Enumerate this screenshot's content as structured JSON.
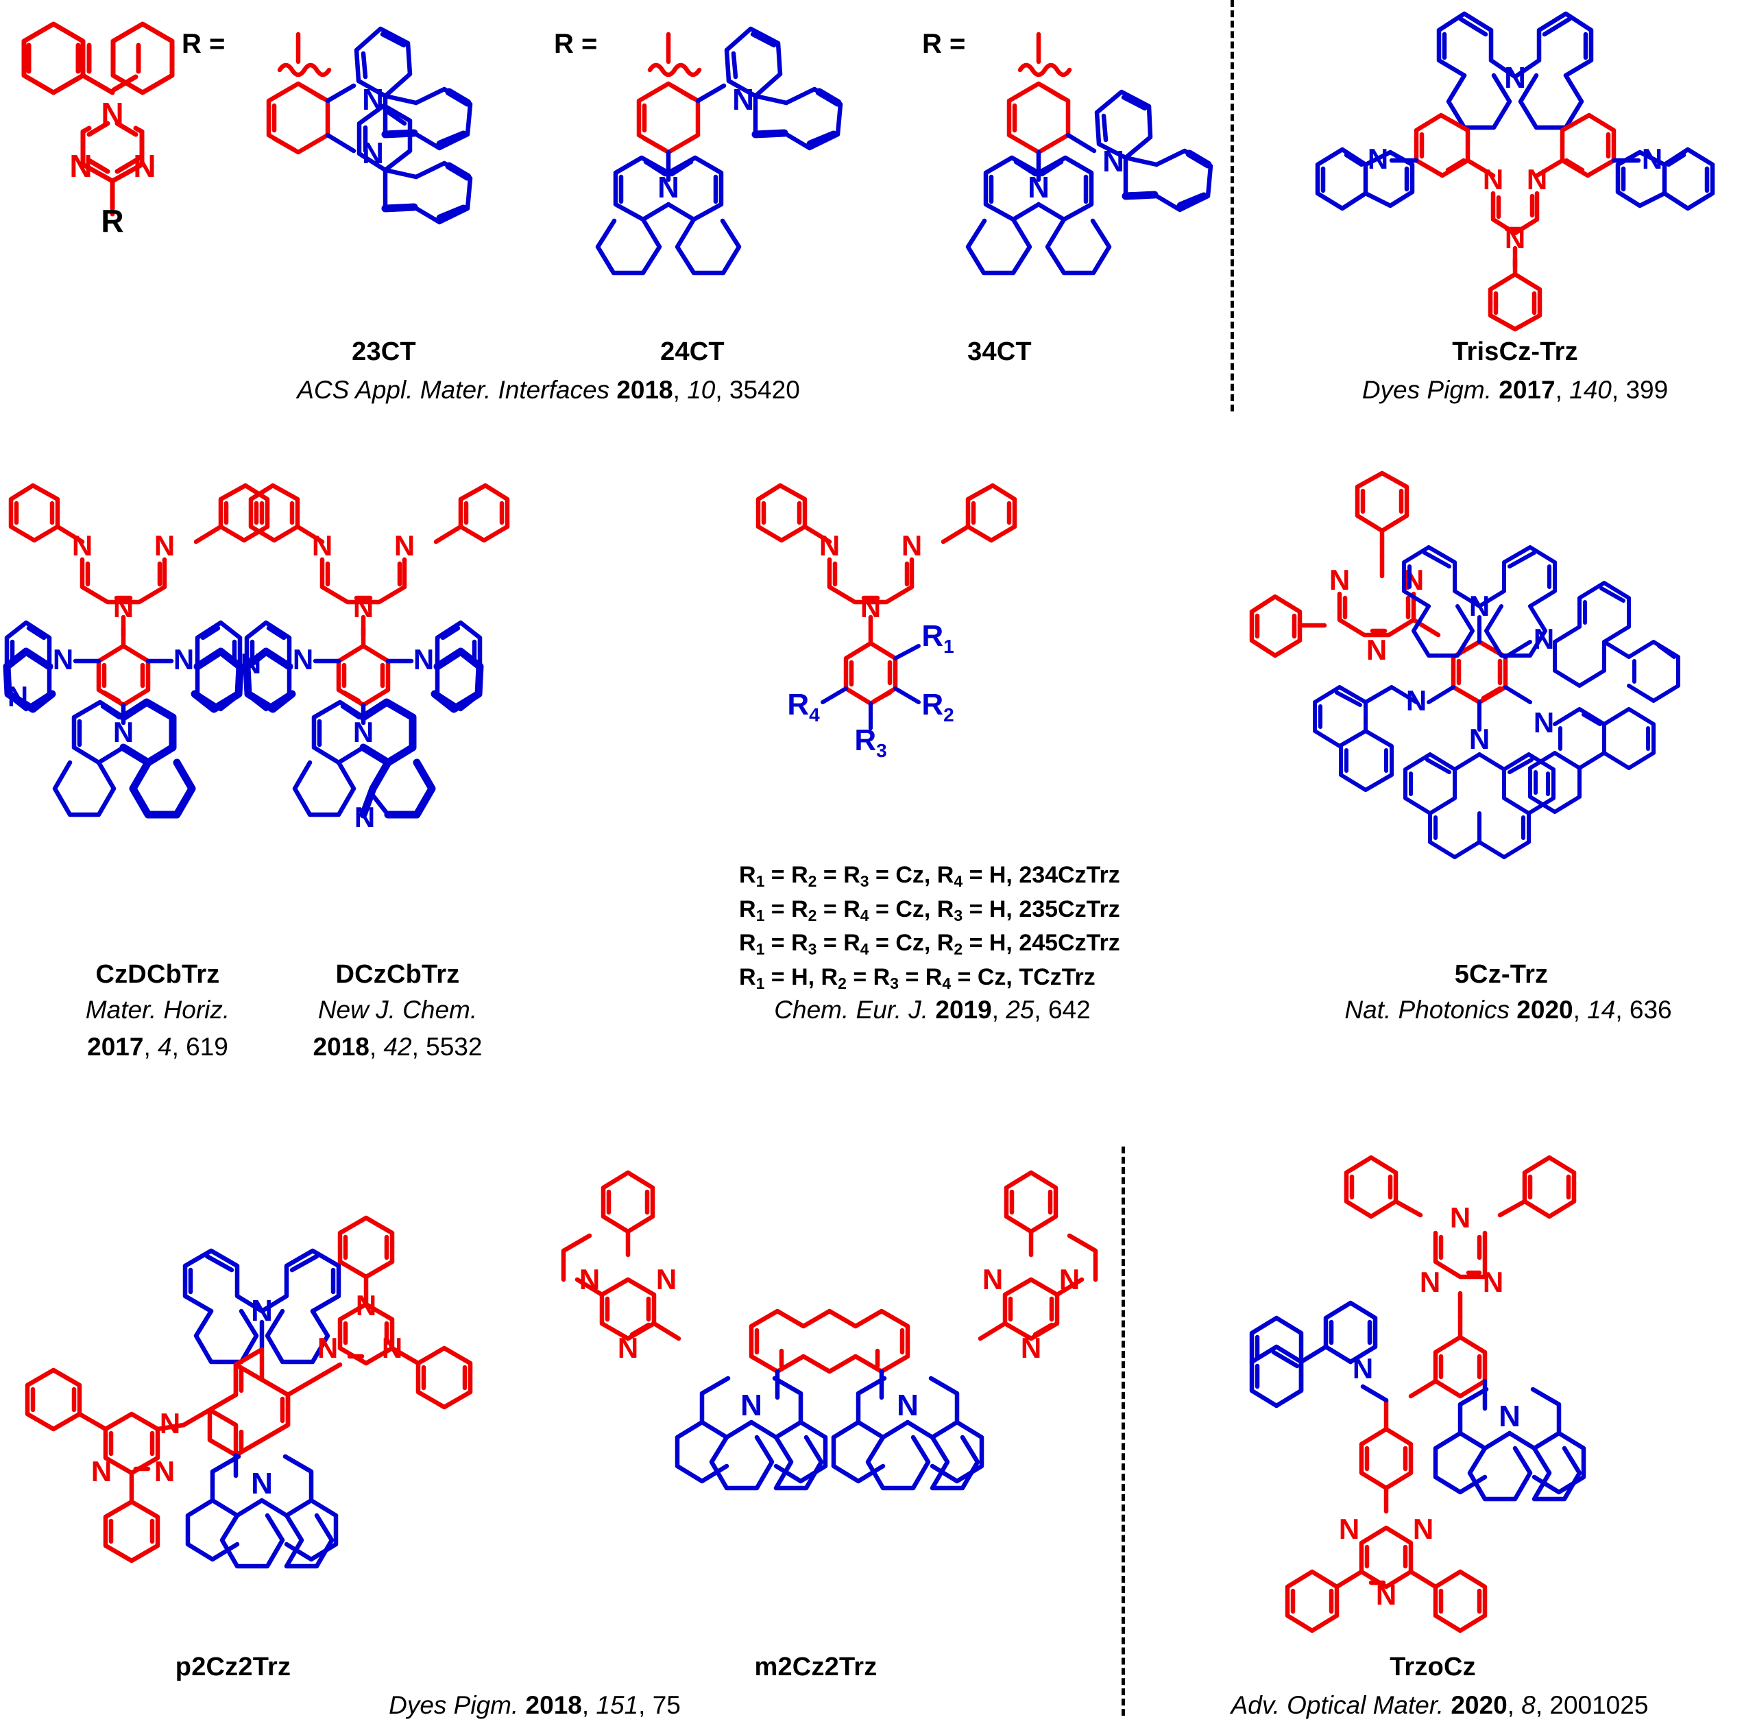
{
  "figure": {
    "domain": "chemical-structure-figure",
    "colors": {
      "acceptor_red": "#ee0000",
      "donor_blue": "#0000d2",
      "text_black": "#000000",
      "background": "#ffffff"
    },
    "dividers": [
      {
        "name": "top-right-divider",
        "orientation": "vertical"
      },
      {
        "name": "bottom-right-divider",
        "orientation": "vertical"
      }
    ]
  },
  "row1": {
    "core": {
      "name": "triazine-core",
      "r_label": "R",
      "ring_atoms": [
        "N",
        "N",
        "N"
      ]
    },
    "r_equals_labels": [
      "R =",
      "R =",
      "R ="
    ],
    "compounds": [
      {
        "name": "23CT",
        "label": "23CT"
      },
      {
        "name": "24CT",
        "label": "24CT"
      },
      {
        "name": "34CT",
        "label": "34CT"
      }
    ],
    "citation": {
      "journal": "ACS Appl. Mater. Interfaces",
      "year": "2018",
      "volume": "10",
      "page": "35420"
    },
    "right": {
      "compound": "TrisCz-Trz",
      "citation": {
        "journal": "Dyes Pigm.",
        "year": "2017",
        "volume": "140",
        "page": "399"
      }
    }
  },
  "row2": {
    "compounds": [
      {
        "name": "CzDCbTrz",
        "label": "CzDCbTrz",
        "citation": {
          "journal": "Mater. Horiz.",
          "year": "2017",
          "volume": "4",
          "page": "619"
        }
      },
      {
        "name": "DCzCbTrz",
        "label": "DCzCbTrz",
        "citation": {
          "journal": "New J. Chem.",
          "year": "2018",
          "volume": "42",
          "page": "5532"
        }
      }
    ],
    "r_substituted": {
      "ring_labels": [
        "R1",
        "R2",
        "R3",
        "R4"
      ],
      "rows": [
        {
          "text": "R1 = R2 = R3 = Cz, R4 = H, 234CzTrz",
          "compound": "234CzTrz"
        },
        {
          "text": "R1 = R2 = R4 = Cz, R3 = H, 235CzTrz",
          "compound": "235CzTrz"
        },
        {
          "text": "R1 = R3 = R4 = Cz, R2 = H, 245CzTrz",
          "compound": "245CzTrz"
        },
        {
          "text": "R1 = H, R2 = R3 = R4 = Cz, TCzTrz",
          "compound": "TCzTrz"
        }
      ],
      "citation": {
        "journal": "Chem. Eur. J.",
        "year": "2019",
        "volume": "25",
        "page": "642"
      }
    },
    "right": {
      "compound": "5Cz-Trz",
      "citation": {
        "journal": "Nat. Photonics",
        "year": "2020",
        "volume": "14",
        "page": "636"
      }
    }
  },
  "row3": {
    "compounds": [
      {
        "name": "p2Cz2Trz",
        "label": "p2Cz2Trz"
      },
      {
        "name": "m2Cz2Trz",
        "label": "m2Cz2Trz"
      }
    ],
    "citation": {
      "journal": "Dyes Pigm.",
      "year": "2018",
      "volume": "151",
      "page": "75"
    },
    "right": {
      "compound": "TrzoCz",
      "citation": {
        "journal": "Adv. Optical Mater.",
        "year": "2020",
        "volume": "8",
        "page": "2001025"
      }
    }
  },
  "atom_labels": {
    "nitrogen": "N",
    "r_generic": "R",
    "r1": "R",
    "r2": "R",
    "r3": "R",
    "r4": "R"
  }
}
